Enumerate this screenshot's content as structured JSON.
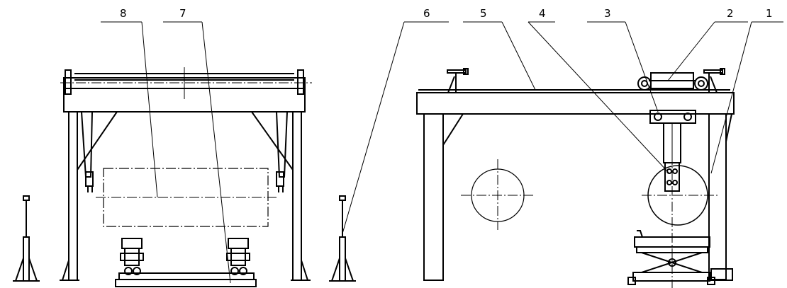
{
  "callouts": [
    {
      "id": "c1",
      "text": "1"
    },
    {
      "id": "c2",
      "text": "2"
    },
    {
      "id": "c3",
      "text": "3"
    },
    {
      "id": "c4",
      "text": "4"
    },
    {
      "id": "c5",
      "text": "5"
    },
    {
      "id": "c6",
      "text": "6"
    },
    {
      "id": "c7",
      "text": "7"
    },
    {
      "id": "c8",
      "text": "8"
    }
  ]
}
